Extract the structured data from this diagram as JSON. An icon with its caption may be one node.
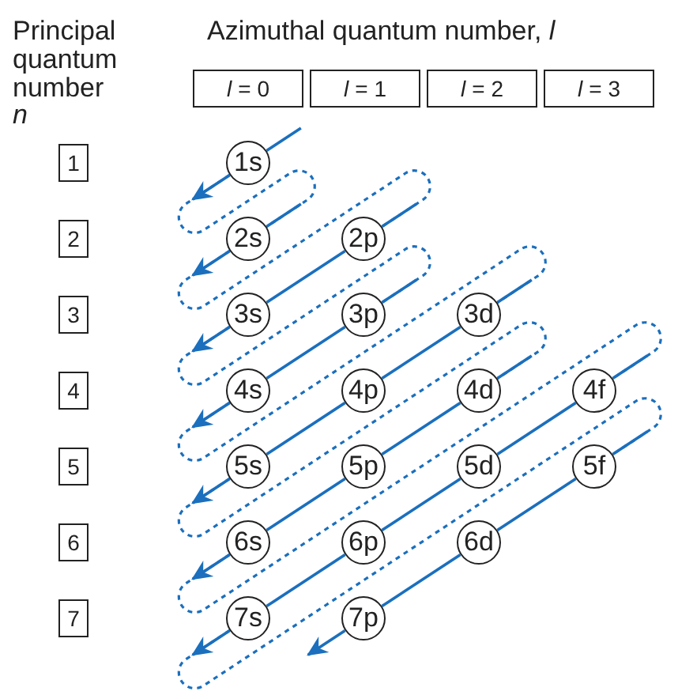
{
  "diagram": {
    "nodes": [
      {
        "text": [
          "*l* = 0"
        ]
      },
      {
        "text": [
          "*l* = 1"
        ]
      },
      {
        "text": [
          "*l* = 2"
        ]
      },
      {
        "text": [
          "*l* = 3"
        ]
      },
      {
        "text": [
          "1"
        ]
      },
      {
        "text": [
          "2"
        ]
      },
      {
        "text": [
          "3"
        ]
      },
      {
        "text": [
          "4"
        ]
      },
      {
        "text": [
          "5"
        ]
      },
      {
        "text": [
          "6"
        ]
      },
      {
        "text": [
          "7"
        ]
      },
      {
        "text": [
          "1s"
        ]
      },
      {
        "text": [
          "2s"
        ]
      },
      {
        "text": [
          "2p"
        ]
      },
      {
        "text": [
          "3s"
        ]
      },
      {
        "text": [
          "3p"
        ]
      },
      {
        "text": [
          "3d"
        ]
      },
      {
        "text": [
          "4s"
        ]
      },
      {
        "text": [
          "4p"
        ]
      },
      {
        "text": [
          "4d"
        ]
      },
      {
        "text": [
          "4f"
        ]
      },
      {
        "text": [
          "5s"
        ]
      },
      {
        "text": [
          "5p"
        ]
      },
      {
        "text": [
          "5d"
        ]
      },
      {
        "text": [
          "5f"
        ]
      },
      {
        "text": [
          "6s"
        ]
      },
      {
        "text": [
          "6p"
        ]
      },
      {
        "text": [
          "6d"
        ]
      },
      {
        "text": [
          "7s"
        ]
      },
      {
        "text": [
          "7p"
        ]
      }
    ],
    "edges": [
      {
        "from": null,
        "to": 11,
        "arrow": "none"
      },
      {
        "from": 11,
        "to": null,
        "arrow": "to"
      },
      {
        "from": 11,
        "to": 12,
        "arrow": "none",
        "style": "dashed"
      },
      {
        "from": null,
        "to": 12,
        "arrow": "none"
      },
      {
        "from": 12,
        "to": null,
        "arrow": "to"
      },
      {
        "from": 12,
        "to": 13,
        "arrow": "none",
        "style": "dashed"
      },
      {
        "from": null,
        "to": 13,
        "arrow": "none"
      },
      {
        "from": 13,
        "to": 14,
        "arrow": "none"
      },
      {
        "from": 14,
        "to": null,
        "arrow": "to"
      },
      {
        "from": 14,
        "to": 15,
        "arrow": "none",
        "style": "dashed"
      },
      {
        "from": null,
        "to": 15,
        "arrow": "none"
      },
      {
        "from": 15,
        "to": 17,
        "arrow": "none"
      },
      {
        "from": 17,
        "to": null,
        "arrow": "to"
      },
      {
        "from": 17,
        "to": 16,
        "arrow": "none",
        "style": "dashed"
      },
      {
        "from": null,
        "to": 16,
        "arrow": "none"
      },
      {
        "from": 16,
        "to": 18,
        "arrow": "none"
      },
      {
        "from": 18,
        "to": 21,
        "arrow": "none"
      },
      {
        "from": 21,
        "to": null,
        "arrow": "to"
      },
      {
        "from": 21,
        "to": 19,
        "arrow": "none",
        "style": "dashed"
      },
      {
        "from": null,
        "to": 19,
        "arrow": "none"
      },
      {
        "from": 19,
        "to": 22,
        "arrow": "none"
      },
      {
        "from": 22,
        "to": 25,
        "arrow": "none"
      },
      {
        "from": 25,
        "to": null,
        "arrow": "to"
      },
      {
        "from": 25,
        "to": 20,
        "arrow": "none",
        "style": "dashed"
      },
      {
        "from": null,
        "to": 20,
        "arrow": "none"
      },
      {
        "from": 20,
        "to": 23,
        "arrow": "none"
      },
      {
        "from": 23,
        "to": 26,
        "arrow": "none"
      },
      {
        "from": 26,
        "to": 28,
        "arrow": "none"
      },
      {
        "from": 28,
        "to": null,
        "arrow": "to"
      },
      {
        "from": 28,
        "to": 24,
        "arrow": "none",
        "style": "dashed"
      },
      {
        "from": null,
        "to": 24,
        "arrow": "none"
      },
      {
        "from": 24,
        "to": 27,
        "arrow": "none"
      },
      {
        "from": 27,
        "to": 29,
        "arrow": "none"
      },
      {
        "from": 29,
        "to": null,
        "arrow": "to"
      }
    ],
    "labels": [
      "Principal quantum number",
      "n",
      "Azimuthal quantum number, *l*"
    ]
  }
}
